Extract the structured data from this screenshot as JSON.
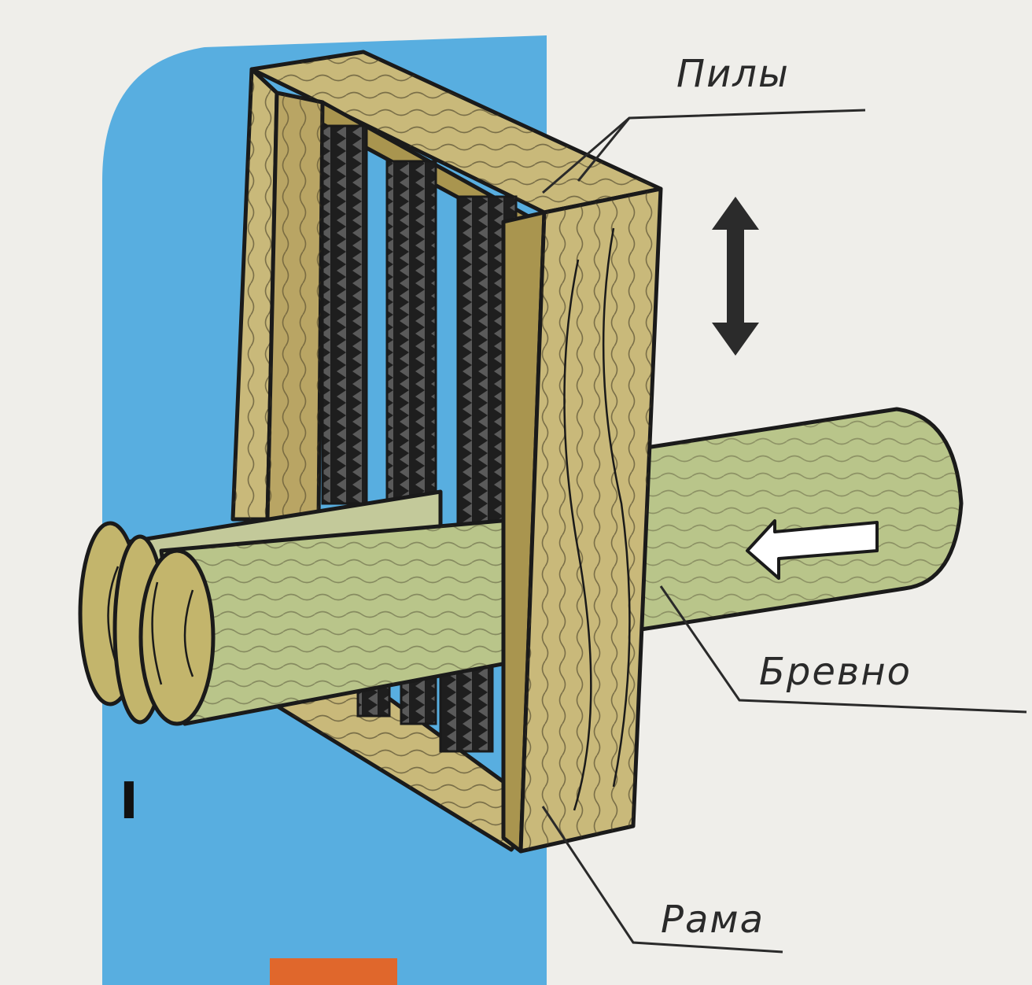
{
  "labels": {
    "saws": "Пилы",
    "log": "Бревно",
    "frame": "Рама",
    "figure_number": "I"
  },
  "colors": {
    "page": "#efeeea",
    "panel_blue": "#58aee0",
    "wood_light": "#c9b97a",
    "wood_mid": "#b9a564",
    "log_green": "#b9c58a",
    "log_end": "#c3b56c",
    "saw_dark": "#1e1e1e",
    "outline": "#1a1a1a",
    "arrow_white": "#ffffff",
    "orange_block": "#e0672c"
  },
  "icons": {
    "up_down_arrow": "double-arrow-vertical-icon",
    "feed_arrow": "arrow-left-icon"
  }
}
